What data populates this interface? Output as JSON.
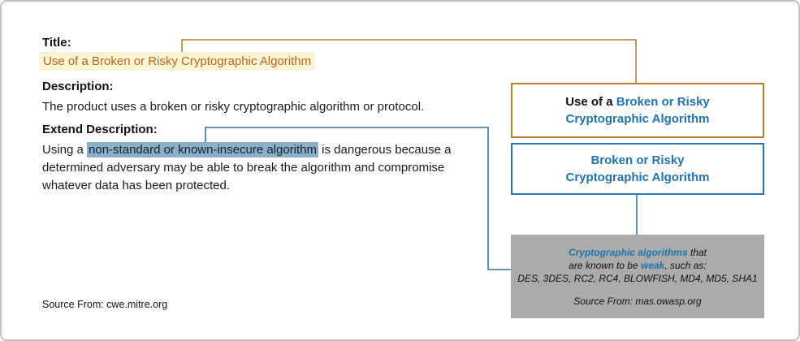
{
  "colors": {
    "orange": "#be7d26",
    "line_blue": "#38719a",
    "box_blue": "#2b74a9",
    "text_blue": "#2173ad",
    "highlight_yellow": "#fbf3d5",
    "highlight_blue": "#8aafc9",
    "gray_box": "#ababab",
    "title_orange": "#b4691e"
  },
  "left": {
    "title_label": "Title:",
    "title_value": "Use of a Broken or Risky Cryptographic Algorithm",
    "description_label": "Description:",
    "description_text": "The product uses a broken or risky cryptographic algorithm or protocol.",
    "extend_label": "Extend Description:",
    "extend_pre": "Using a ",
    "extend_highlight": "non-standard or known-insecure algorithm",
    "extend_post": " is dangerous because a determined adversary may be able to break the algorithm and compromise whatever data has been protected.",
    "source": "Source From: cwe.mitre.org"
  },
  "right": {
    "box1": {
      "line1_black": "Use of a ",
      "line1_blue": "Broken or Risky",
      "line2_blue": "Cryptographic Algorithm"
    },
    "box2": {
      "line1": "Broken or Risky",
      "line2": "Cryptographic Algorithm"
    },
    "note": {
      "line1_blue": "Cryptographic algorithms",
      "line1_rest": " that",
      "line2_pre": "are known to be ",
      "line2_blue": "weak",
      "line2_post": ", such as:",
      "line3": "DES, 3DES, RC2, RC4, BLOWFISH, MD4, MD5, SHA1",
      "source": "Source From: mas.owasp.org"
    }
  }
}
